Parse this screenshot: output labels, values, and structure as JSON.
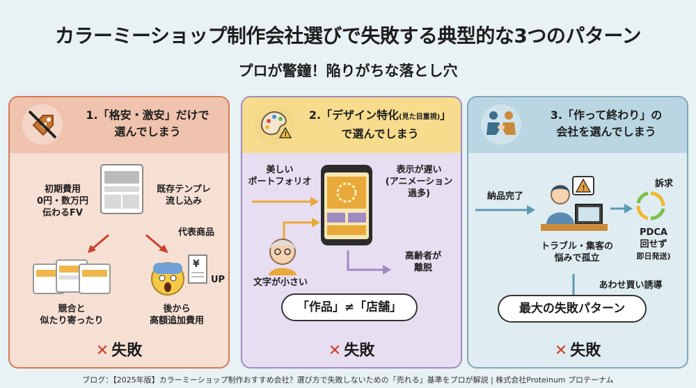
{
  "title": "カラーミーショップ制作会社選びで失敗する典型的な3つのパターン",
  "subtitle": "プロが警鐘！陥りがちな落とし穴",
  "panels": [
    {
      "heading_line1": "1.「格安・激安」だけで",
      "heading_line2": "選んでしまう",
      "labels": {
        "initial_cost": "初期費用\n0円・数万円\n伝わるFV",
        "template": "既存テンプレ\n流し込み",
        "product": "代表商品",
        "similar": "競合と\n似たり寄ったり",
        "extra_cost": "後から\n高額追加費用",
        "up": "UP",
        "yen": "¥"
      },
      "result": "失敗"
    },
    {
      "heading_line1": "2.「デザイン特化",
      "heading_small": "(見た目重視)",
      "heading_line1_end": "」",
      "heading_line2": "で選んでしまう",
      "labels": {
        "portfolio": "美しい\nポートフォリオ",
        "slow": "表示が遅い\n(アニメーション\n過多)",
        "small_text": "文字が小さい",
        "elderly": "高齢者が\n離脱"
      },
      "bubble": "「作品」≠「店舗」",
      "result": "失敗"
    },
    {
      "heading_line1": "3.「作って終わり」の",
      "heading_line2": "会社を選んでしまう",
      "labels": {
        "delivery": "納品完了",
        "appeal": "訴求",
        "pdca": "PDCA\n回せず",
        "pdca_small": "即日発送)",
        "trouble": "トラブル・集客の\n悩みで孤立",
        "cross_sell": "あわせ買い誘導"
      },
      "bubble": "最大の失敗パターン",
      "result": "失敗"
    }
  ],
  "fail_mark": "✕",
  "footer": "ブログ：【2025年版】カラーミーショップ制作おすすめ会社？選び方で失敗しないための「売れる」基準をプロが解説 | 株式会社Proteinum プロテーナム",
  "colors": {
    "panel1": "#d47a5a",
    "panel2": "#a08ac2",
    "panel3": "#7fa7b8",
    "fail": "#c9412d",
    "arrow_orange": "#e8a93a",
    "arrow_purple": "#a08ac2",
    "arrow_blue": "#5b9ab3"
  }
}
